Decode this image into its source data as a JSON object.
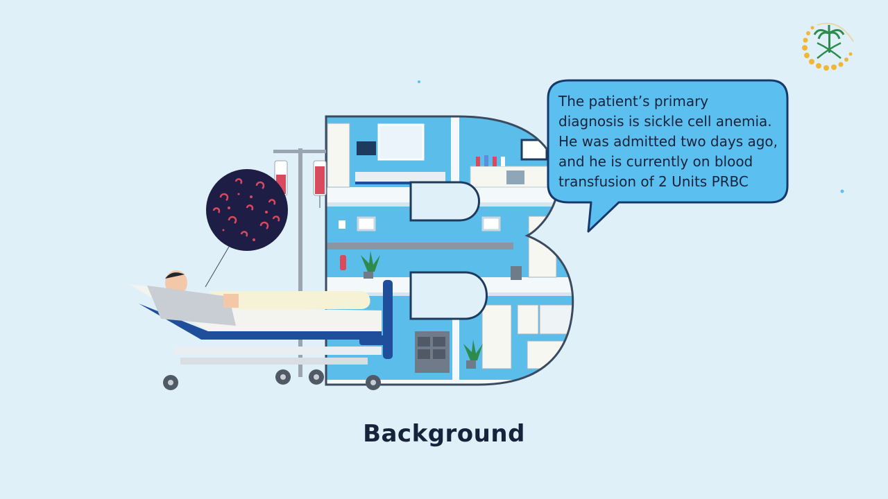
{
  "speech_bubble": {
    "lines": [
      "The patient’s primary",
      "diagnosis is sickle cell anemia.",
      "He was admitted two days ago,",
      "and he is currently on blood",
      "transfusion of 2 Units PRBC"
    ]
  },
  "caption": "Background",
  "colors": {
    "background": "#dff0f9",
    "bubble_fill": "#5bc0ef",
    "bubble_border": "#17386b",
    "letter_wall": "#5bbde9",
    "text": "#17223b",
    "blood": "#d94a5e",
    "microscope_bg": "#1e1d45"
  },
  "icons": {
    "logo": "palm-swords-emblem-icon",
    "iv_bag": "blood-bag-icon",
    "microscope_view": "red-blood-cells-icon"
  }
}
